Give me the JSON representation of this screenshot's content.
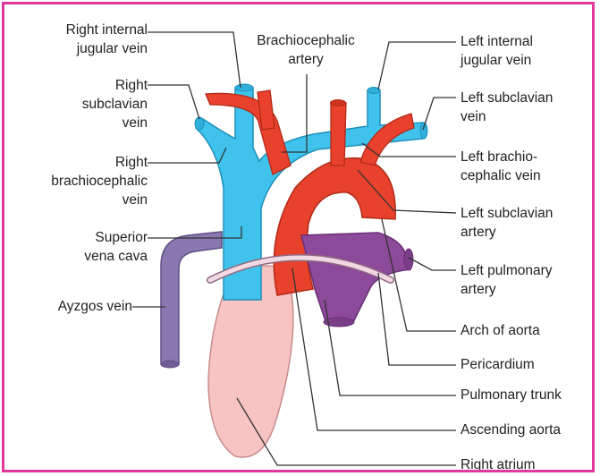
{
  "colors": {
    "border": "#e0399a",
    "vein_blue": "#3fc3ec",
    "artery_red": "#e8412c",
    "pulmonary_purple": "#8e4a9a",
    "azygos_purple": "#8a78b0",
    "atrium_pink": "#f7c3c3",
    "pericardium": "#f1d9e3",
    "leader_line": "#333333"
  },
  "labels": {
    "right_internal_jugular_vein": "Right internal\njugular vein",
    "brachiocephalic_artery": "Brachiocephalic\nartery",
    "left_internal_jugular_vein": "Left internal\njugular vein",
    "right_subclavian_vein": "Right\nsubclavian\nvein",
    "left_subclavian_vein": "Left subclavian\nvein",
    "right_brachiocephalic_vein": "Right\nbrachiocephalic\nvein",
    "left_brachiocephalic_vein": "Left brachio-\ncephalic vein",
    "left_subclavian_artery": "Left subclavian\nartery",
    "superior_vena_cava": "Superior\nvena cava",
    "left_pulmonary_artery": "Left pulmonary\nartery",
    "azygos_vein": "Ayzgos vein",
    "arch_of_aorta": "Arch of aorta",
    "pericardium": "Pericardium",
    "pulmonary_trunk": "Pulmonary trunk",
    "ascending_aorta": "Ascending aorta",
    "right_atrium": "Right atrium"
  }
}
